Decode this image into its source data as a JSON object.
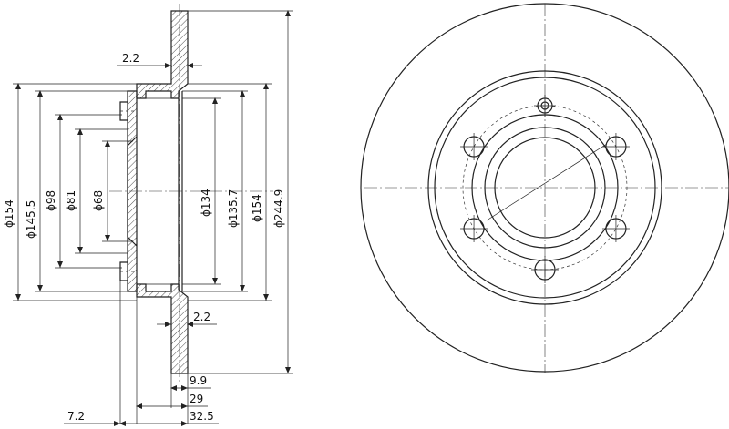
{
  "dimensions": {
    "d154_outer": "ϕ154",
    "d145_5": "ϕ145.5",
    "d98": "ϕ98",
    "d81": "ϕ81",
    "d68": "ϕ68",
    "d134": "ϕ134",
    "d135_7": "ϕ135.7",
    "d154_inner": "ϕ154",
    "d244_9": "ϕ244.9",
    "t_top": "2.2",
    "t_bottom": "2.2",
    "w_9_9": "9.9",
    "w_29": "29",
    "w_7_2": "7.2",
    "w_32_5": "32.5"
  }
}
